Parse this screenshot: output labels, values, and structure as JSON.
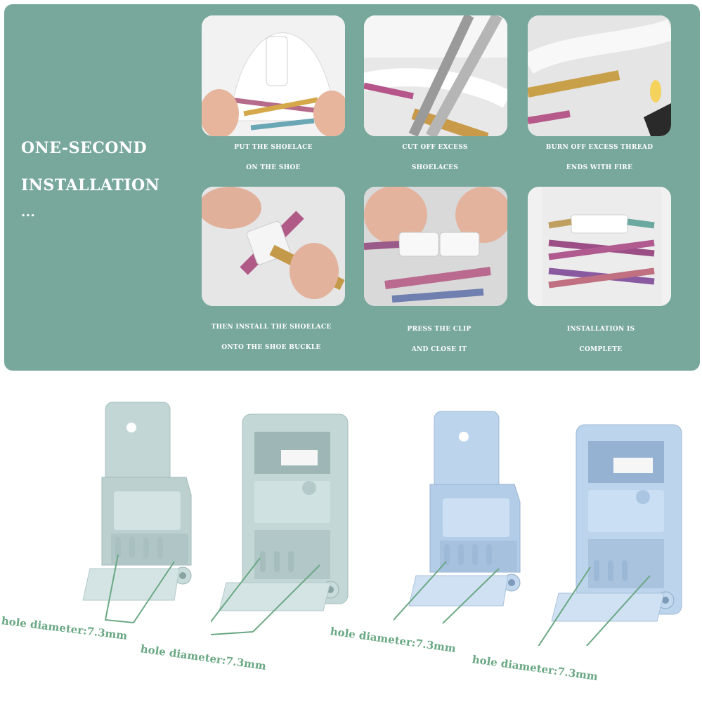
{
  "installation": {
    "title_line1": "ONE-SECOND",
    "title_line2": "INSTALLATION",
    "title_dots": "...",
    "steps": [
      {
        "caption_line1": "PUT THE SHOELACE",
        "caption_line2": "ON THE SHOE"
      },
      {
        "caption_line1": "CUT OFF EXCESS",
        "caption_line2": "SHOELACES"
      },
      {
        "caption_line1": "BURN OFF EXCESS THREAD",
        "caption_line2": "ENDS WITH FIRE"
      },
      {
        "caption_line1": "THEN INSTALL THE SHOELACE",
        "caption_line2": "ONTO THE SHOE BUCKLE"
      },
      {
        "caption_line1": "PRESS THE CLIP",
        "caption_line2": "AND CLOSE IT"
      },
      {
        "caption_line1": "INSTALLATION IS",
        "caption_line2": "COMPLETE"
      }
    ]
  },
  "buckles": {
    "labels": [
      "hole diameter:7.3mm",
      "hole diameter:7.3mm",
      "hole diameter:7.3mm",
      "hole diameter:7.3mm"
    ],
    "colors": {
      "grey_green": "#c3d6d6",
      "light_blue": "#bcd4ec",
      "label_green": "#6aa884",
      "panel_teal": "#78a89c"
    }
  }
}
